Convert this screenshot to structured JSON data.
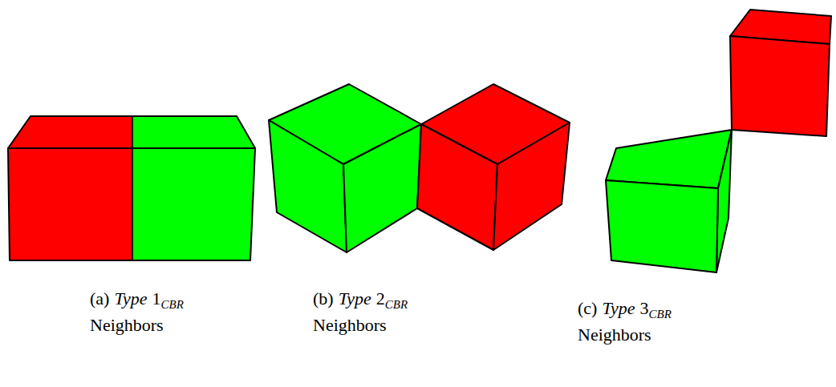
{
  "diagram": {
    "labels": [
      "(a)",
      "Type",
      "1",
      "CBR",
      "Neighbors",
      "(b)",
      "Type",
      "2",
      "CBR",
      "Neighbors",
      "(c)",
      "Type",
      "3",
      "CBR",
      "Neighbors"
    ]
  }
}
